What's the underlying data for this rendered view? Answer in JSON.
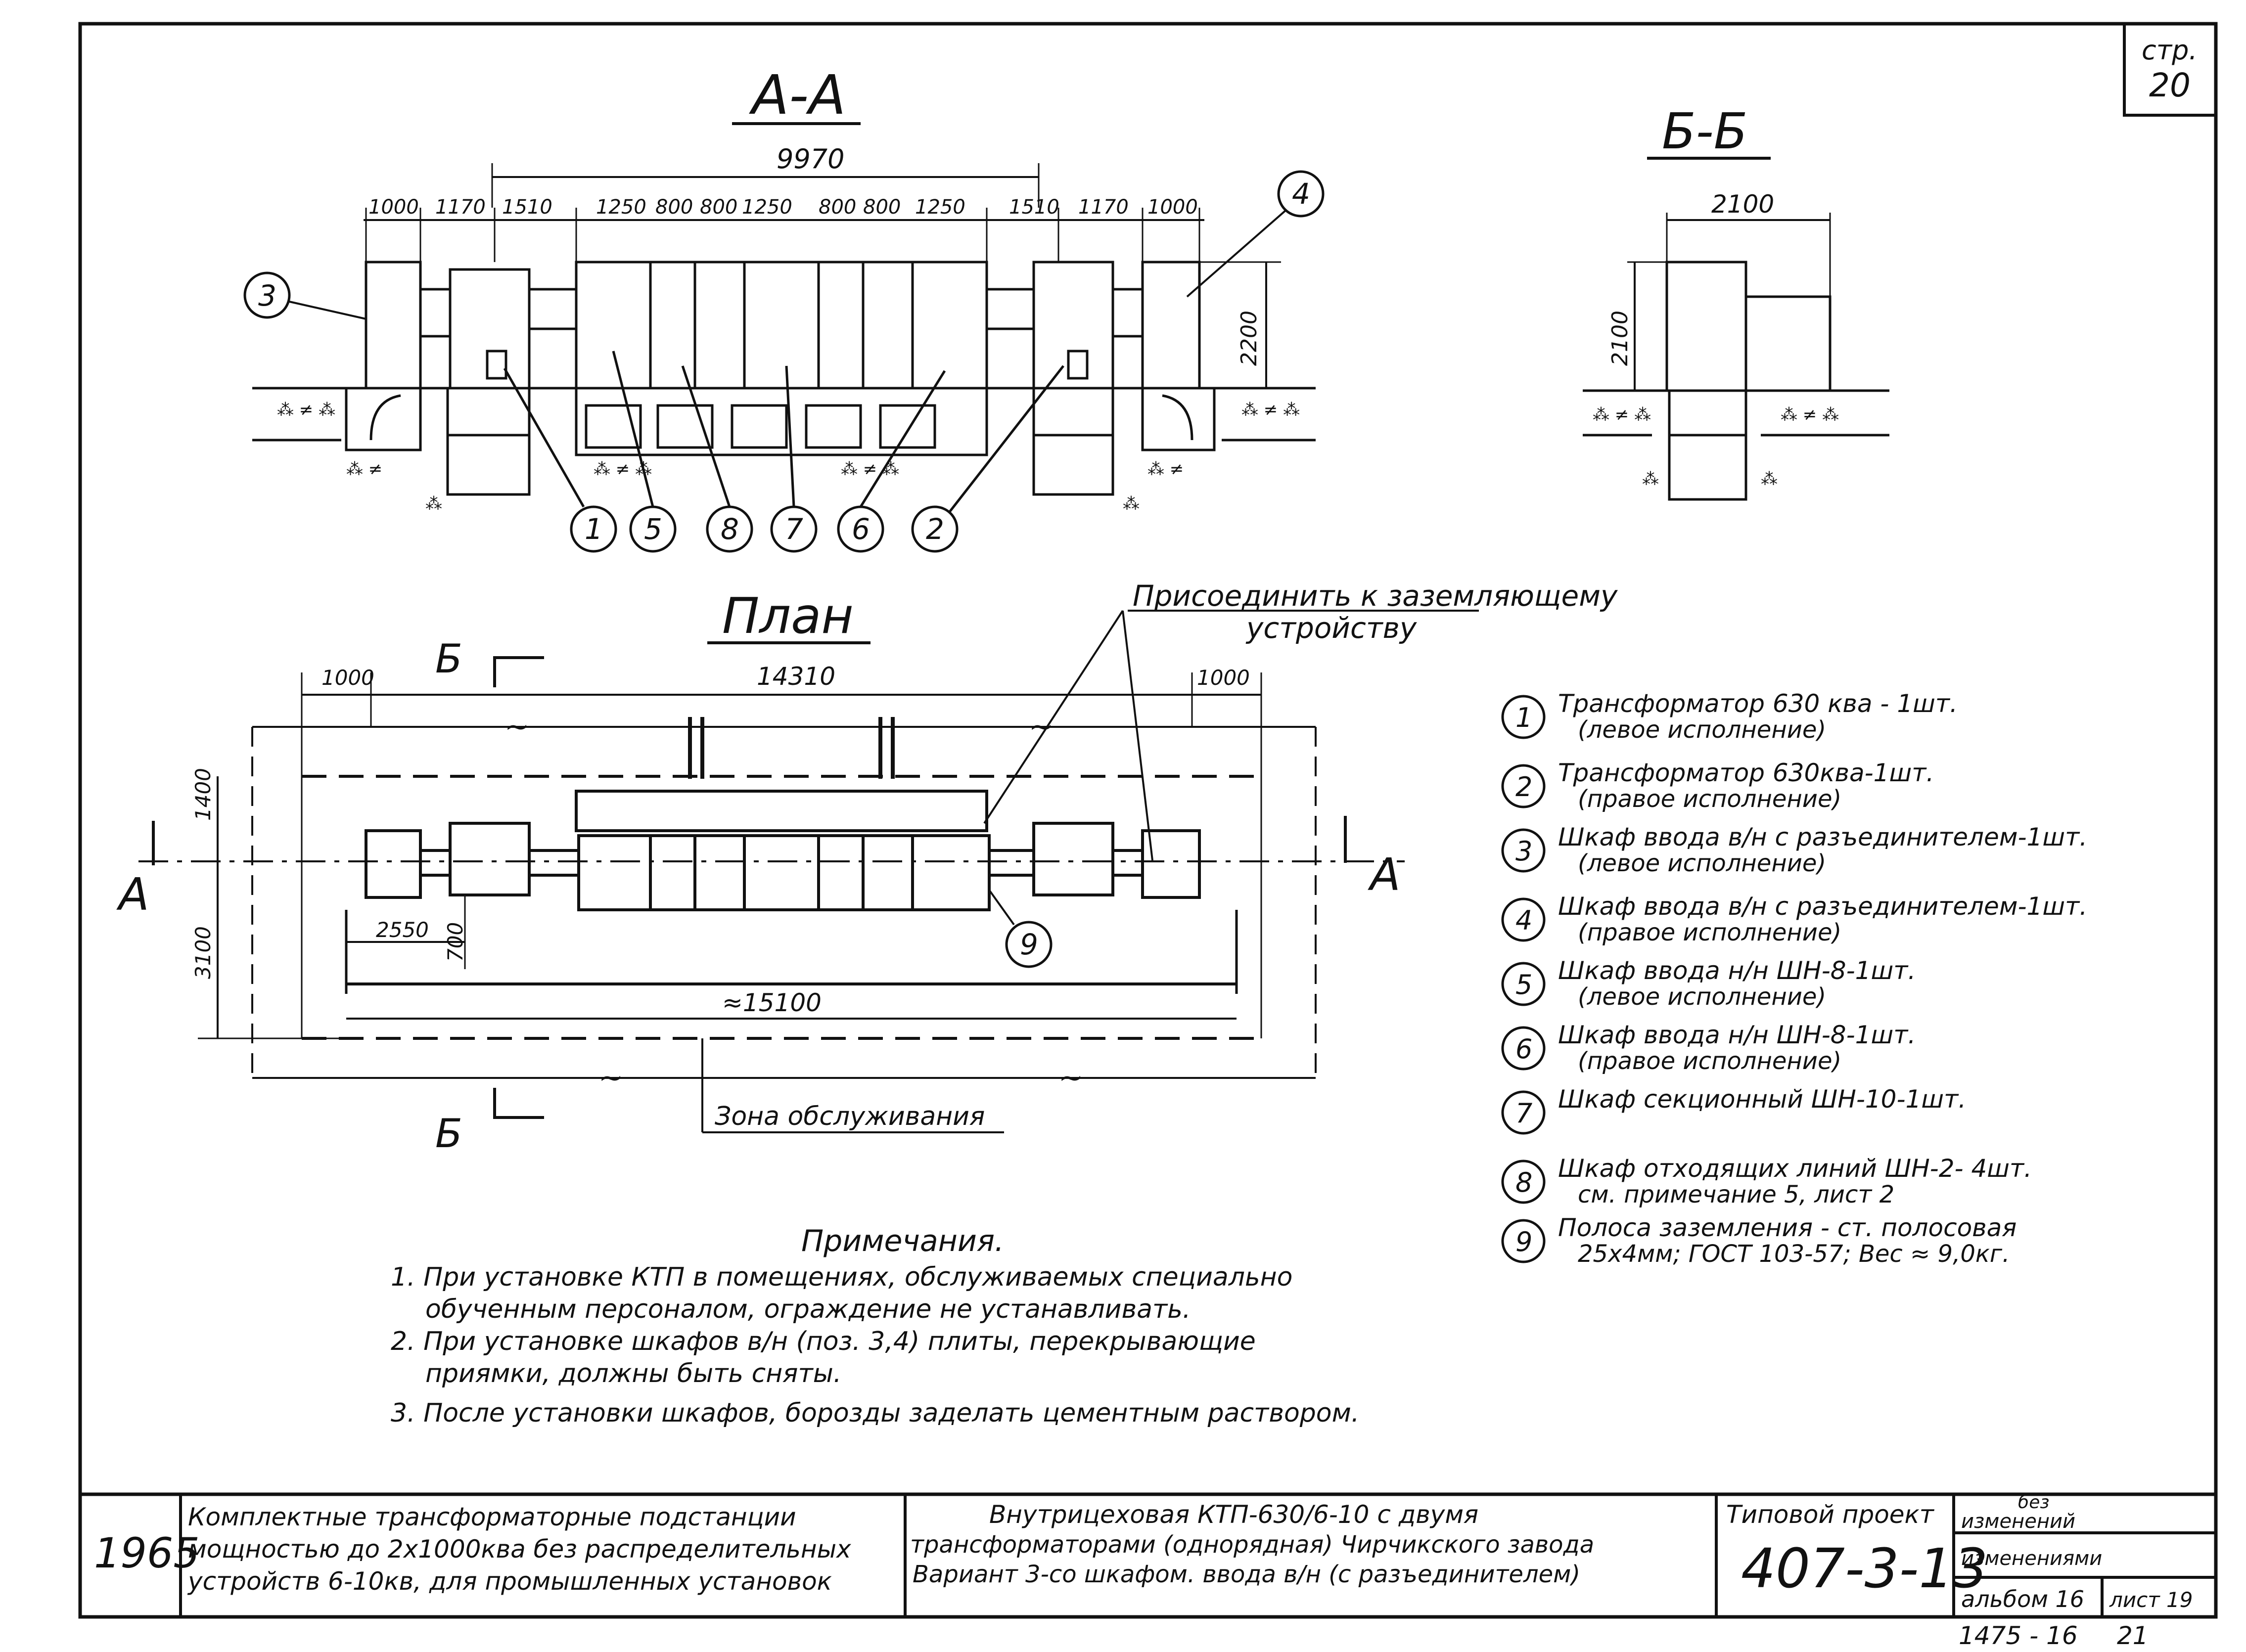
{
  "page": {
    "sheet_label": "стр.",
    "sheet_number": "20"
  },
  "section_aa": {
    "title": "А-А",
    "total_dim": "9970",
    "dims": [
      "1000",
      "1170",
      "1510",
      "1250",
      "800",
      "800",
      "1250",
      "800",
      "800",
      "1250",
      "1510",
      "1170",
      "1000"
    ],
    "height_dim": "2200",
    "callouts": [
      "3",
      "4",
      "1",
      "5",
      "8",
      "7",
      "6",
      "2"
    ]
  },
  "section_bb": {
    "title": "Б-Б",
    "width_dim": "2100",
    "height_dim": "2100"
  },
  "plan": {
    "title": "План",
    "section_mark_b": "Б",
    "section_mark_a": "А",
    "dim_left": "1000",
    "dim_total": "14310",
    "dim_right": "1000",
    "dim_1400": "1400",
    "dim_3100": "3100",
    "dim_2550": "2550",
    "dim_700": "700",
    "dim_15100": "≈15100",
    "callout_9": "9",
    "ground_note_line1": "Присоединить к заземляющему",
    "ground_note_line2": "устройству",
    "service_zone": "Зона обслуживания"
  },
  "legend": [
    {
      "num": "1",
      "line1": "Трансформатор 630 ква - 1шт.",
      "line2": "(левое исполнение)"
    },
    {
      "num": "2",
      "line1": "Трансформатор 630ква-1шт.",
      "line2": "(правое исполнение)"
    },
    {
      "num": "3",
      "line1": "Шкаф ввода в/н с разъединителем-1шт.",
      "line2": "(левое исполнение)"
    },
    {
      "num": "4",
      "line1": "Шкаф ввода в/н с разъединителем-1шт.",
      "line2": "(правое исполнение)"
    },
    {
      "num": "5",
      "line1": "Шкаф ввода н/н ШН-8-1шт.",
      "line2": "(левое исполнение)"
    },
    {
      "num": "6",
      "line1": "Шкаф ввода н/н ШН-8-1шт.",
      "line2": "(правое исполнение)"
    },
    {
      "num": "7",
      "line1": "Шкаф секционный ШН-10-1шт.",
      "line2": ""
    },
    {
      "num": "8",
      "line1": "Шкаф отходящих линий ШН-2- 4шт.",
      "line2": "см. примечание 5, лист 2"
    },
    {
      "num": "9",
      "line1": "Полоса заземления - ст. полосовая",
      "line2": "25х4мм; ГОСТ 103-57; Вес ≈ 9,0кг."
    }
  ],
  "notes": {
    "title": "Примечания.",
    "lines": [
      "1. При установке КТП в помещениях, обслуживаемых специально",
      "обученным персоналом, ограждение не устанавливать.",
      "2. При установке шкафов в/н (поз. 3,4) плиты, перекрывающие",
      "приямки, должны быть сняты.",
      "3. После установки шкафов, борозды заделать цементным раствором."
    ]
  },
  "title_block": {
    "year": "1965",
    "desc_line1": "Комплектные трансформаторные подстанции",
    "desc_line2": "мощностью до 2х1000ква без распределительных",
    "desc_line3": "устройств 6-10кв, для промышленных установок",
    "title_line1": "Внутрицеховая КТП-630/6-10 с двумя",
    "title_line2": "трансформаторами (однорядная) Чирчикского завода",
    "title_line3": "Вариант 3-со шкафом. ввода в/н (с разъединителем)",
    "project_label": "Типовой проект",
    "project_number": "407-3-13",
    "changes_line1": "без",
    "changes_line2": "изменений",
    "changes_line3": "изменениями",
    "album": "альбом 16",
    "sheet": "лист 19",
    "footer_code": "1475 - 16",
    "footer_page": "21"
  }
}
